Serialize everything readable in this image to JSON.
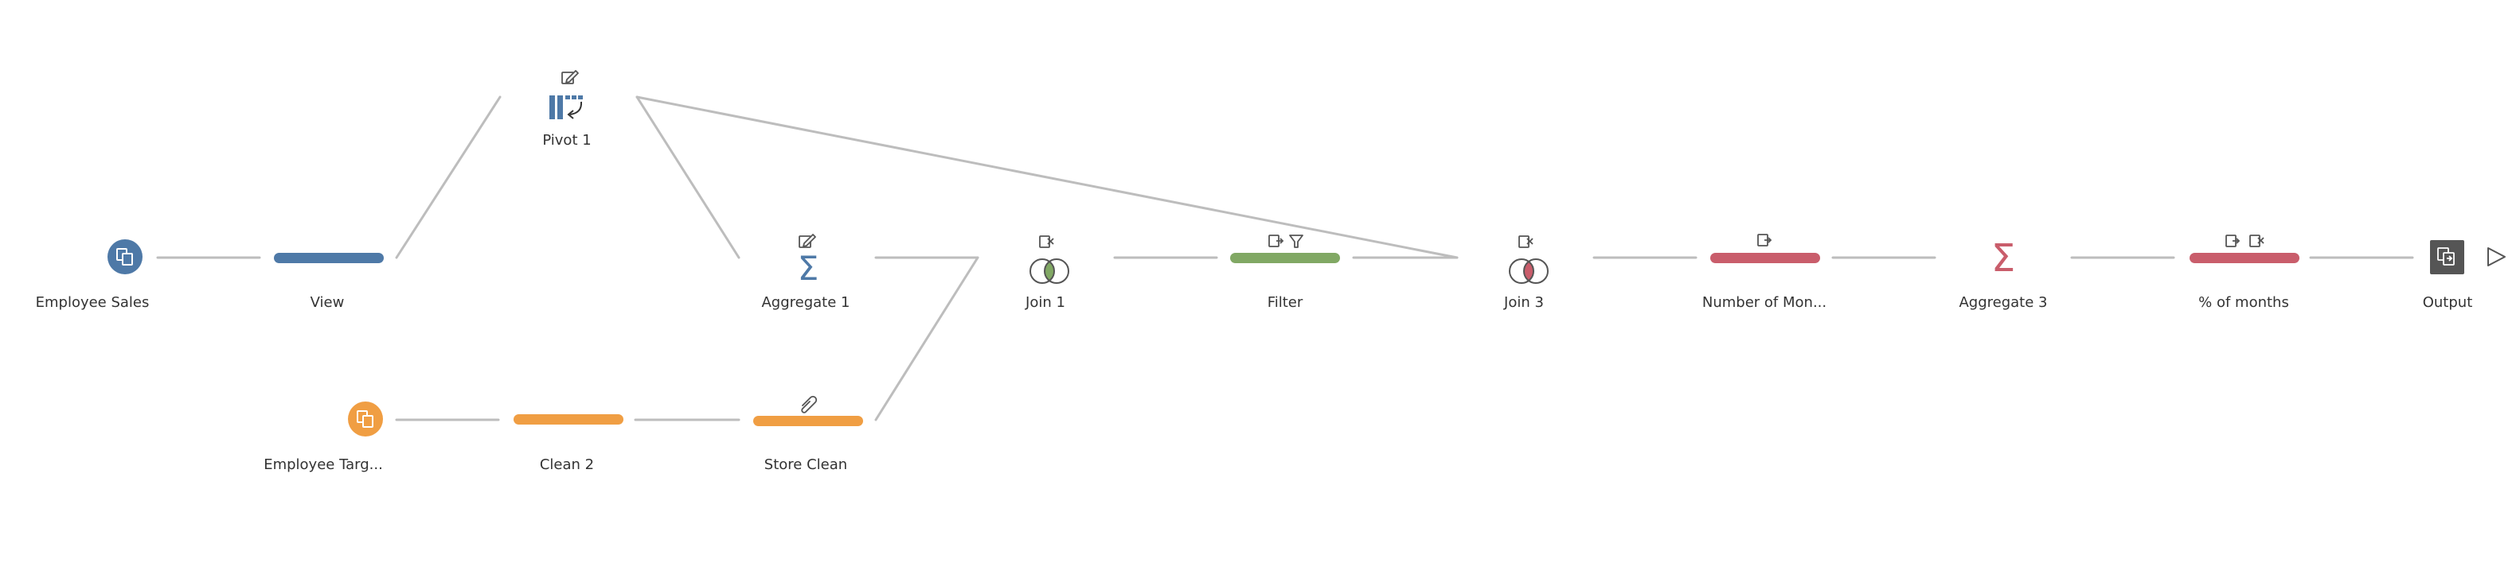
{
  "colors": {
    "connector": "#bdbdbd",
    "blue": "#4e79a7",
    "orange": "#f09e43",
    "green": "#81a864",
    "red": "#c95d6b",
    "icon_gray": "#555555",
    "output_bg": "#555555"
  },
  "nodes": {
    "employee_sales": {
      "label": "Employee Sales",
      "icon": "input-step-icon"
    },
    "view": {
      "label": "View",
      "icon": "clean-step-bar"
    },
    "pivot1": {
      "label": "Pivot 1",
      "icon": "pivot-icon"
    },
    "aggregate1": {
      "label": "Aggregate 1",
      "icon": "sigma-icon"
    },
    "join1": {
      "label": "Join 1",
      "icon": "inner-join-icon"
    },
    "filter": {
      "label": "Filter",
      "icon": "clean-step-bar"
    },
    "join3": {
      "label": "Join 3",
      "icon": "inner-join-icon"
    },
    "number_of_months": {
      "label": "Number of Mon...",
      "icon": "clean-step-bar"
    },
    "aggregate3": {
      "label": "Aggregate 3",
      "icon": "sigma-icon"
    },
    "pct_of_months": {
      "label": "% of months",
      "icon": "clean-step-bar"
    },
    "output": {
      "label": "Output",
      "icon": "output-icon"
    },
    "employee_targets": {
      "label": "Employee Targ...",
      "icon": "input-step-icon"
    },
    "clean2": {
      "label": "Clean 2",
      "icon": "clean-step-bar"
    },
    "store_clean": {
      "label": "Store Clean",
      "icon": "clean-step-bar"
    }
  }
}
